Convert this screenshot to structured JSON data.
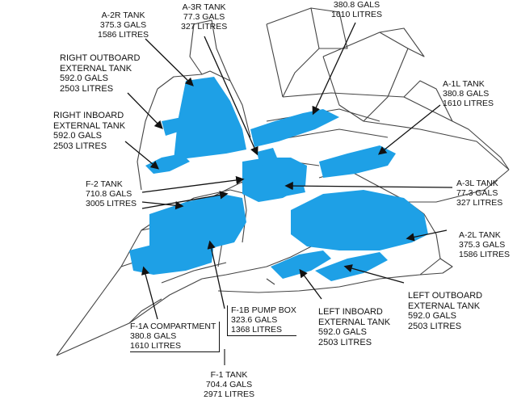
{
  "tanks": [
    {
      "id": "a2r",
      "name": "A-2R TANK",
      "gals": "375.3 GALS",
      "litres": "1586 LITRES"
    },
    {
      "id": "a3r",
      "name": "A-3R TANK",
      "gals": "77.3 GALS",
      "litres": "327 LITRES"
    },
    {
      "id": "a1r",
      "name": "",
      "gals": "380.8 GALS",
      "litres": "1610 LITRES"
    },
    {
      "id": "rob",
      "name": "RIGHT OUTBOARD",
      "name2": "EXTERNAL TANK",
      "gals": "592.0 GALS",
      "litres": "2503 LITRES"
    },
    {
      "id": "rib",
      "name": "RIGHT INBOARD",
      "name2": "EXTERNAL TANK",
      "gals": "592.0 GALS",
      "litres": "2503 LITRES"
    },
    {
      "id": "a1l",
      "name": "A-1L TANK",
      "gals": "380.8 GALS",
      "litres": "1610 LITRES"
    },
    {
      "id": "f2",
      "name": "F-2 TANK",
      "gals": "710.8 GALS",
      "litres": "3005 LITRES"
    },
    {
      "id": "a3l",
      "name": "A-3L TANK",
      "gals": "77.3 GALS",
      "litres": "327 LITRES"
    },
    {
      "id": "a2l",
      "name": "A-2L TANK",
      "gals": "375.3 GALS",
      "litres": "1586 LITRES"
    },
    {
      "id": "f1a",
      "name": "F-1A COMPARTMENT",
      "gals": "380.8 GALS",
      "litres": "1610 LITRES"
    },
    {
      "id": "f1b",
      "name": "F-1B PUMP BOX",
      "gals": "323.6 GALS",
      "litres": "1368 LITRES"
    },
    {
      "id": "lib",
      "name": "LEFT INBOARD",
      "name2": "EXTERNAL TANK",
      "gals": "592.0 GALS",
      "litres": "2503 LITRES"
    },
    {
      "id": "lob",
      "name": "LEFT OUTBOARD",
      "name2": "EXTERNAL TANK",
      "gals": "592.0 GALS",
      "litres": "2503 LITRES"
    },
    {
      "id": "f1",
      "name": "F-1 TANK",
      "gals": "704.4 GALS",
      "litres": "2971 LITRES"
    }
  ],
  "colors": {
    "tank_fill": "#1ea0e6",
    "outline": "#333333",
    "text": "#111111"
  }
}
